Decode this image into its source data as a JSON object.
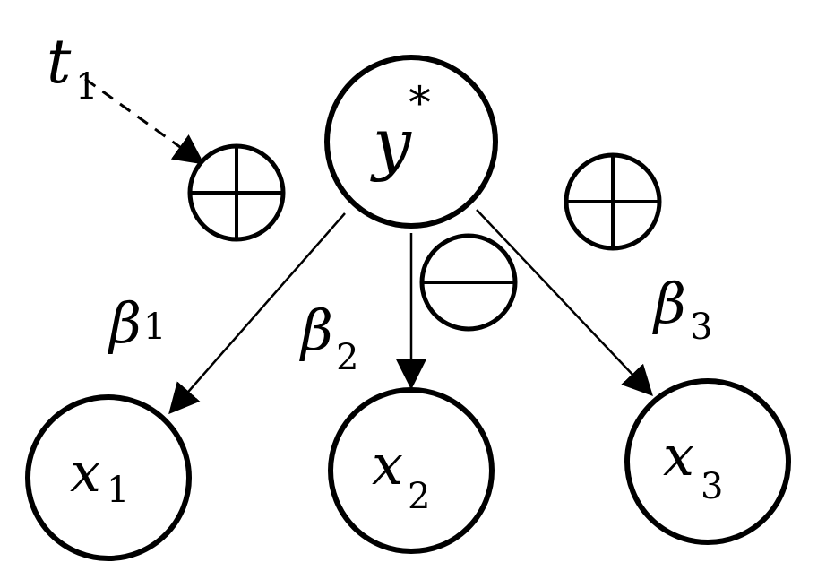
{
  "nodes": {
    "y": {
      "base": "y",
      "sup": "*"
    },
    "x1": {
      "base": "x",
      "sub": "1"
    },
    "x2": {
      "base": "x",
      "sub": "2"
    },
    "x3": {
      "base": "x",
      "sub": "3"
    },
    "t1": {
      "base": "t",
      "sub": "1"
    }
  },
  "edges": {
    "beta1": {
      "base": "β",
      "sub": "1"
    },
    "beta2": {
      "base": "β",
      "sub": "2"
    },
    "beta3": {
      "base": "β",
      "sub": "3"
    }
  },
  "signs": {
    "left": "positive",
    "middle": "negative",
    "right": "positive"
  }
}
